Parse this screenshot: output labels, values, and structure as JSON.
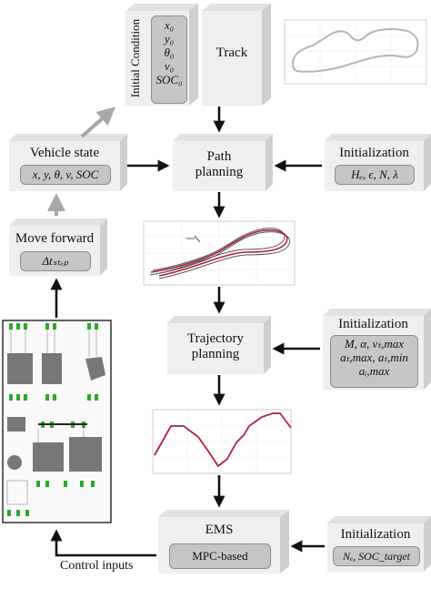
{
  "boxes": {
    "initial_condition": {
      "title": "Initial Condition",
      "lines": [
        "x₀",
        "y₀",
        "θ₀",
        "v₀",
        "SOC₀"
      ]
    },
    "track": {
      "title": "Track"
    },
    "path_planning": {
      "title_line1": "Path",
      "title_line2": "planning"
    },
    "vehicle_state": {
      "title": "Vehicle state",
      "value": "x, y, θ, v, SOC"
    },
    "init_path": {
      "title": "Initialization",
      "value": "Hₑ, ϵ, N, λ"
    },
    "move_forward": {
      "title": "Move forward",
      "value": "Δtₛₜₑₚ"
    },
    "trajectory_planning": {
      "title_line1": "Trajectory",
      "title_line2": "planning"
    },
    "init_traj": {
      "title": "Initialization",
      "line1": "M, α, vₜ,max",
      "line2": "aₜ,max, aₜ,min",
      "line3": "aᵢ,max"
    },
    "ems": {
      "title": "EMS",
      "inner": "MPC-based"
    },
    "init_ems": {
      "title": "Initialization",
      "value": "Nₑ, SOC_target"
    }
  },
  "captions": {
    "control_inputs": "Control inputs"
  },
  "colors": {
    "box_front": "#efefef",
    "box_side": "#cfcfcf",
    "box_top": "#e2e2e2",
    "pill": "#c6c6c6",
    "arrow": "#111111",
    "gray_arrow": "#a8a8a8",
    "path_red": "#b0203a",
    "track_gray": "#8a8a8a"
  }
}
